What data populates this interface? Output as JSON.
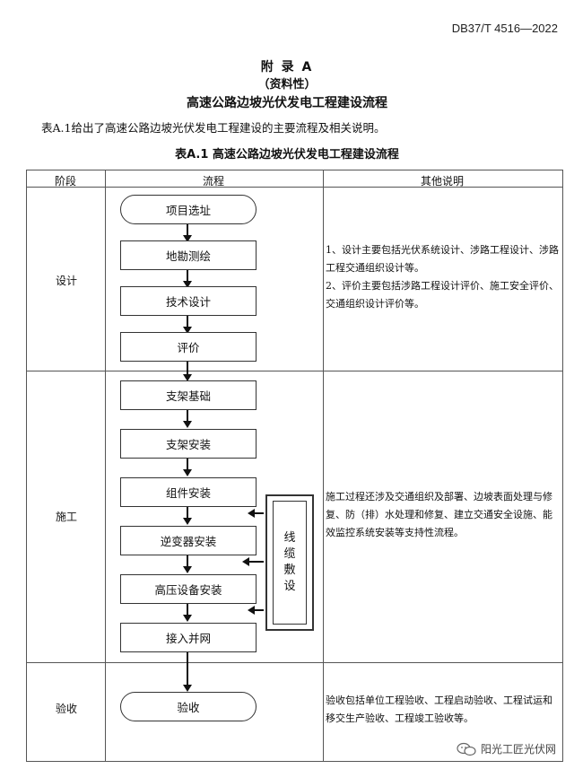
{
  "header": {
    "standard_code": "DB37/T 4516—2022"
  },
  "appendix": {
    "label": "附 录 A",
    "nature": "（资料性）",
    "title": "高速公路边坡光伏发电工程建设流程"
  },
  "intro": "表A.1给出了高速公路边坡光伏发电工程建设的主要流程及相关说明。",
  "table": {
    "title": "表A.1 高速公路边坡光伏发电工程建设流程",
    "headers": [
      "阶段",
      "流程",
      "其他说明"
    ],
    "stages": {
      "design": "设计",
      "construction": "施工",
      "acceptance": "验收"
    },
    "steps": {
      "site_selection": "项目选址",
      "survey": "地勘测绘",
      "tech_design": "技术设计",
      "evaluation": "评价",
      "bracket_foundation": "支架基础",
      "bracket_install": "支架安装",
      "module_install": "组件安装",
      "inverter_install": "逆变器安装",
      "hv_install": "高压设备安装",
      "grid_connect": "接入并网",
      "acceptance": "验收"
    },
    "cable_laying": [
      "线",
      "缆",
      "敷",
      "设"
    ],
    "notes": {
      "design": [
        "1、设计主要包括光伏系统设计、涉路工程设计、涉路工程交通组织设计等。",
        "2、评价主要包括涉路工程设计评价、施工安全评价、交通组织设计评价等。"
      ],
      "construction": "施工过程还涉及交通组织及部署、边坡表面处理与修复、防（排）水处理和修复、建立交通安全设施、能效监控系统安装等支持性流程。",
      "acceptance": "验收包括单位工程验收、工程启动验收、工程试运和移交生产验收、工程竣工验收等。"
    }
  },
  "watermark": {
    "icon": "wechat-icon",
    "text": "阳光工匠光伏网"
  }
}
